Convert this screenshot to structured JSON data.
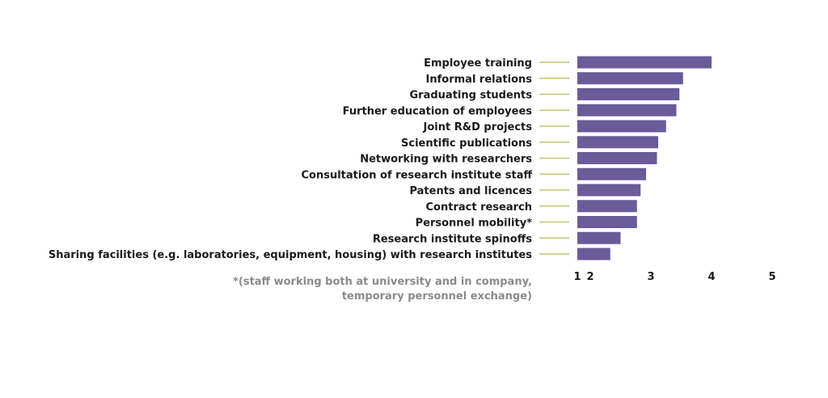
{
  "chart_data": {
    "type": "bar",
    "orientation": "horizontal",
    "categories": [
      "Employee training",
      "Informal relations",
      "Graduating students",
      "Further education of employees",
      "Joint R&D projects",
      "Scientific publications",
      "Networking with researchers",
      "Consultation of research institute staff",
      "Patents and licences",
      "Contract research",
      "Personnel mobility*",
      "Research institute spinoffs",
      "Sharing facilities (e.g. laboratories, equipment, housing) with research institutes"
    ],
    "values": [
      4.0,
      3.53,
      3.47,
      3.42,
      3.25,
      3.12,
      3.1,
      2.92,
      2.83,
      2.77,
      2.77,
      2.5,
      2.33
    ],
    "xlim": [
      1,
      5
    ],
    "xticks": [
      "1",
      "2",
      "3",
      "4",
      "5"
    ],
    "grid": false,
    "bar_color": "#6a5b9b",
    "leader_color": "#c9c27a"
  },
  "footnote": {
    "line1": "*(staff working both at university and in company,",
    "line2": "temporary personnel exchange)"
  }
}
